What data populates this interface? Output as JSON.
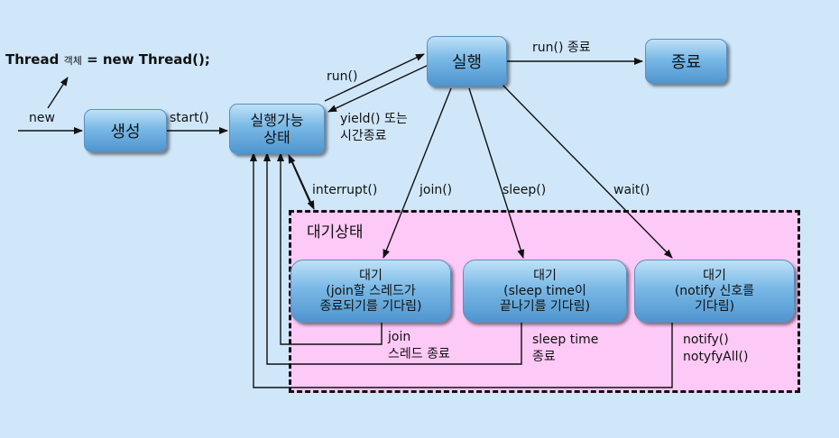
{
  "code": {
    "prefix": "Thread",
    "small": "객체",
    "suffix": "= new Thread();"
  },
  "states": {
    "created": "생성",
    "runnable_line1": "실행가능",
    "runnable_line2": "상태",
    "running": "실행",
    "terminated": "종료",
    "waiting_title": "대기상태",
    "wait_join": {
      "line1": "대기",
      "line2": "(join할 스레드가",
      "line3": "종료되기를 기다림)"
    },
    "wait_sleep": {
      "line1": "대기",
      "line2": "(sleep time이",
      "line3": "끝나기를 기다림)"
    },
    "wait_notify": {
      "line1": "대기",
      "line2": "(notify 신호를",
      "line3": "기다림)"
    }
  },
  "labels": {
    "new": "new",
    "start": "start()",
    "run": "run()",
    "yield_line1": "yield() 또는",
    "yield_line2": "시간종료",
    "run_end": "run() 종료",
    "interrupt": "interrupt()",
    "join": "join()",
    "sleep": "sleep()",
    "wait": "wait()",
    "join_end_line1": "join",
    "join_end_line2": "스레드 종료",
    "sleep_end_line1": "sleep time",
    "sleep_end_line2": "종료",
    "notify_line1": "notify()",
    "notify_line2": "notyfyAll()"
  }
}
